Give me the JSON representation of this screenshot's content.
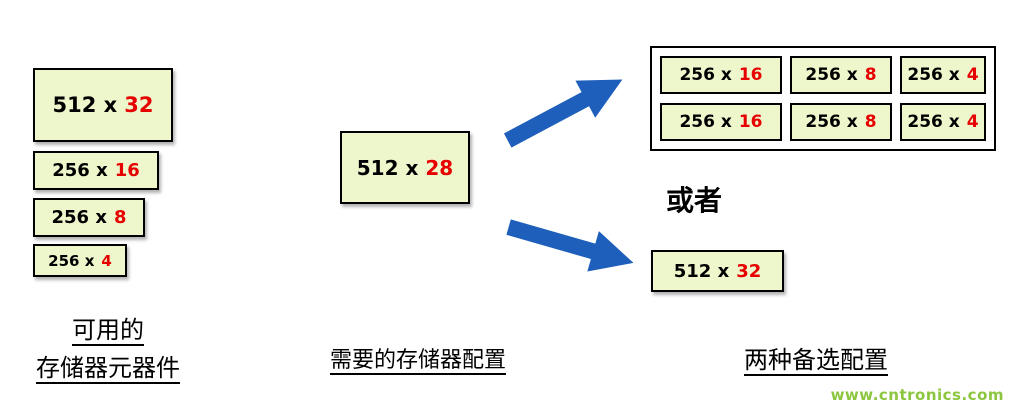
{
  "colors": {
    "box_fill": "#eef6cc",
    "box_border": "#000000",
    "arrow": "#1d5fbb",
    "highlight": "#e60000",
    "watermark": "#8cc63e"
  },
  "available": {
    "boxes": [
      {
        "base": "512 x",
        "bits": "32"
      },
      {
        "base": "256 x",
        "bits": "16"
      },
      {
        "base": "256 x",
        "bits": "8"
      },
      {
        "base": "256 x",
        "bits": "4"
      }
    ],
    "label_line1": "可用的",
    "label_line2": "存储器元器件"
  },
  "required": {
    "box": {
      "base": "512 x",
      "bits": "28"
    },
    "label": "需要的存储器配置"
  },
  "alternatives": {
    "grid": [
      [
        {
          "base": "256 x",
          "bits": "16"
        },
        {
          "base": "256 x",
          "bits": "8"
        },
        {
          "base": "256 x",
          "bits": "4"
        }
      ],
      [
        {
          "base": "256 x",
          "bits": "16"
        },
        {
          "base": "256 x",
          "bits": "8"
        },
        {
          "base": "256 x",
          "bits": "4"
        }
      ]
    ],
    "or_label": "或者",
    "single": {
      "base": "512 x",
      "bits": "32"
    },
    "label": "两种备选配置"
  },
  "watermark": "www.cntronics.com"
}
